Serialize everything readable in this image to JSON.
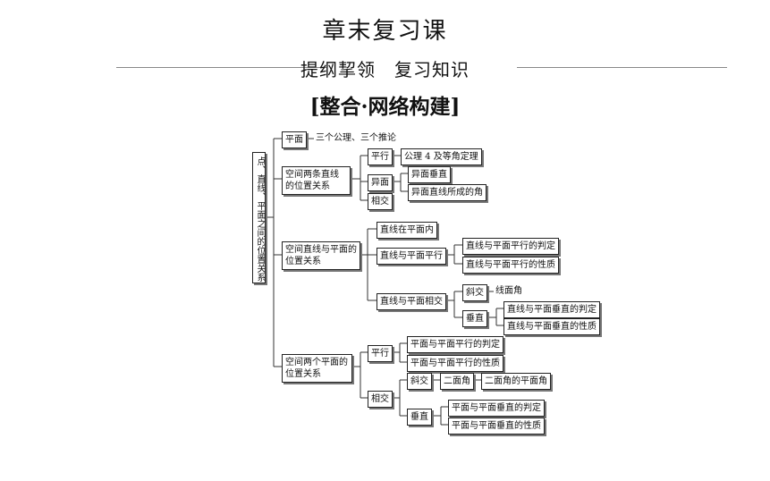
{
  "header": {
    "title": "章末复习课",
    "subtitle": "提纲挈领　复习知识",
    "section": "[整合·网络构建]"
  },
  "tree": {
    "root": "点、直线、平面之间的位置关系",
    "plane": "平面",
    "axioms": "三个公理、三个推论",
    "two_lines": "空间两条直线的位置关系",
    "lines_parallel": "平行",
    "axiom4": "公理 4 及等角定理",
    "lines_skew": "异面",
    "skew_perp": "异面垂直",
    "skew_angle": "异面直线所成的角",
    "lines_intersect": "相交",
    "line_plane": "空间直线与平面的位置关系",
    "line_in_plane": "直线在平面内",
    "line_parallel_plane": "直线与平面平行",
    "lp_parallel_test": "直线与平面平行的判定",
    "lp_parallel_prop": "直线与平面平行的性质",
    "line_intersect_plane": "直线与平面相交",
    "oblique": "斜交",
    "line_plane_angle": "线面角",
    "perpendicular": "垂直",
    "lp_perp_test": "直线与平面垂直的判定",
    "lp_perp_prop": "直线与平面垂直的性质",
    "two_planes": "空间两个平面的位置关系",
    "planes_parallel": "平行",
    "pp_parallel_test": "平面与平面平行的判定",
    "pp_parallel_prop": "平面与平面平行的性质",
    "planes_intersect": "相交",
    "pp_oblique": "斜交",
    "dihedral": "二面角",
    "dihedral_plane_angle": "二面角的平面角",
    "pp_perpendicular": "垂直",
    "pp_perp_test": "平面与平面垂直的判定",
    "pp_perp_prop": "平面与平面垂直的性质"
  }
}
